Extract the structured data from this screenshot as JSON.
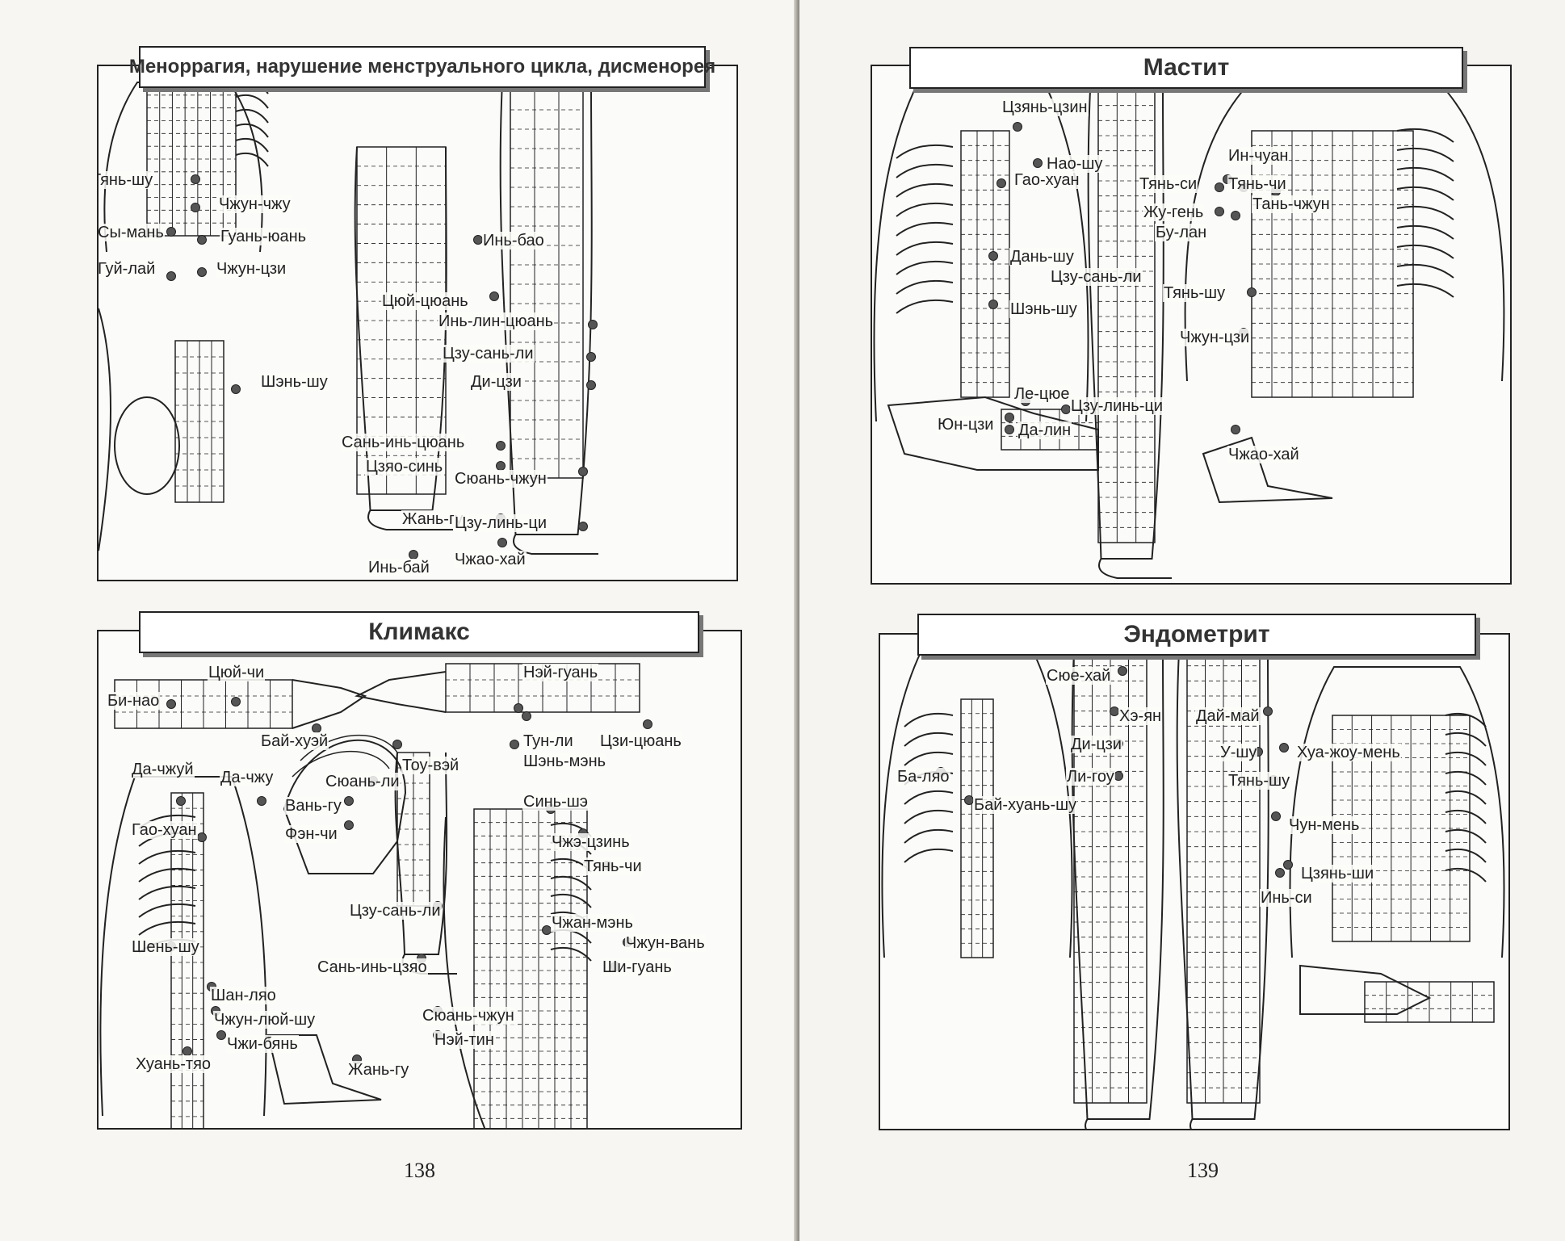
{
  "pages": {
    "left": {
      "number": "138",
      "panels": {
        "menorrhagia": {
          "title": "Меноррагия, нарушение менструального цикла, дисменорея",
          "labels": [
            "Тянь-шу",
            "Чжун-чжу",
            "Сы-мань",
            "Гуань-юань",
            "Гуй-лай",
            "Чжун-цзи",
            "Шэнь-шу",
            "Инь-бао",
            "Цюй-цюань",
            "Инь-лин-цюань",
            "Цзу-сань-ли",
            "Ди-цзи",
            "Сань-инь-цюань",
            "Цзяо-синь",
            "Сюань-чжун",
            "Жань-гу",
            "Цзу-линь-ци",
            "Инь-бай",
            "Чжао-хай"
          ]
        },
        "climax": {
          "title": "Климакс",
          "labels": [
            "Цюй-чи",
            "Би-нао",
            "Нэй-гуань",
            "Бай-хуэй",
            "Тун-ли",
            "Цзи-цюань",
            "Шэнь-мэнь",
            "Да-чжуй",
            "Да-чжу",
            "Сюань-ли",
            "Тоу-вэй",
            "Вань-гу",
            "Синь-шэ",
            "Гао-хуан",
            "Фэн-чи",
            "Чжэ-цзинь",
            "Тянь-чи",
            "Цзу-сань-ли",
            "Чжан-мэнь",
            "Чжун-вань",
            "Шень-шу",
            "Сань-инь-цзяо",
            "Ши-гуань",
            "Шан-ляо",
            "Чжун-люй-шу",
            "Сюань-чжун",
            "Чжи-бянь",
            "Нэй-тин",
            "Хуань-тяо",
            "Жань-гу"
          ]
        }
      }
    },
    "right": {
      "number": "139",
      "panels": {
        "mastitis": {
          "title": "Мастит",
          "labels": [
            "Цзянь-цзин",
            "Нао-шу",
            "Ин-чуан",
            "Гао-хуан",
            "Тянь-си",
            "Тянь-чи",
            "Тань-чжун",
            "Жу-гень",
            "Бу-лан",
            "Дань-шу",
            "Цзу-сань-ли",
            "Шэнь-шу",
            "Тянь-шу",
            "Чжун-цзи",
            "Ле-цюе",
            "Цзу-линь-ци",
            "Юн-цзи",
            "Да-лин",
            "Чжао-хай"
          ]
        },
        "endometritis": {
          "title": "Эндометрит",
          "labels": [
            "Сюе-хай",
            "Хэ-ян",
            "Дай-май",
            "Ди-цзи",
            "У-шу",
            "Хуа-жоу-мень",
            "Ба-ляо",
            "Ли-гоу",
            "Тянь-шу",
            "Бай-хуань-шу",
            "Чун-мень",
            "Цзянь-ши",
            "Инь-си"
          ]
        }
      }
    }
  },
  "colors": {
    "ink": "#222222",
    "paper": "#fbfbf9",
    "point": "#555555"
  }
}
